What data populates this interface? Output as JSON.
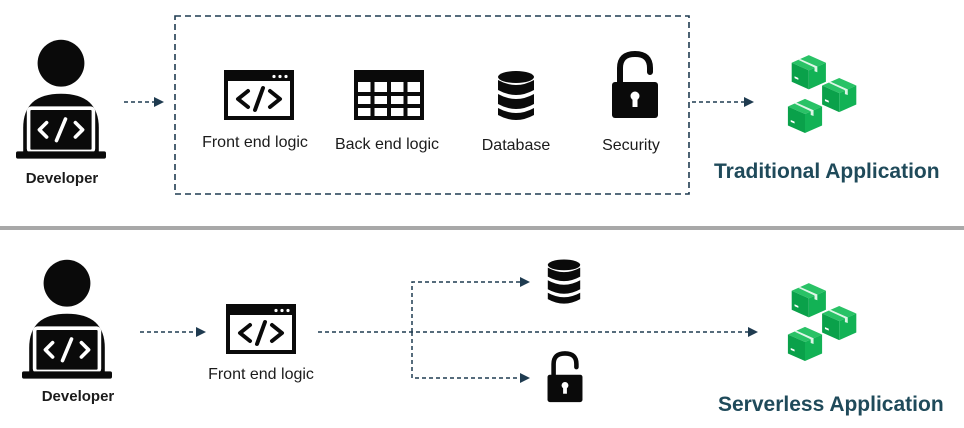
{
  "colors": {
    "arrow": "#1f3b50",
    "icon": "#0a0a0a",
    "box_green_dark": "#0aa14a",
    "box_green_light": "#29c266",
    "divider": "#a8a8a8",
    "title": "#1f4a5a"
  },
  "traditional": {
    "developer_label": "Developer",
    "components": [
      {
        "icon": "code-window-icon",
        "label": "Front end logic"
      },
      {
        "icon": "table-grid-icon",
        "label": "Back end logic"
      },
      {
        "icon": "database-icon",
        "label": "Database"
      },
      {
        "icon": "unlocked-padlock-icon",
        "label": "Security"
      }
    ],
    "result_icon": "stacked-boxes-icon",
    "result_label": "Traditional Application"
  },
  "serverless": {
    "developer_label": "Developer",
    "front_end_label": "Front end logic",
    "front_end_icon": "code-window-icon",
    "branch_icons": [
      "database-icon",
      "unlocked-padlock-icon"
    ],
    "result_icon": "stacked-boxes-icon",
    "result_label": "Serverless Application"
  }
}
